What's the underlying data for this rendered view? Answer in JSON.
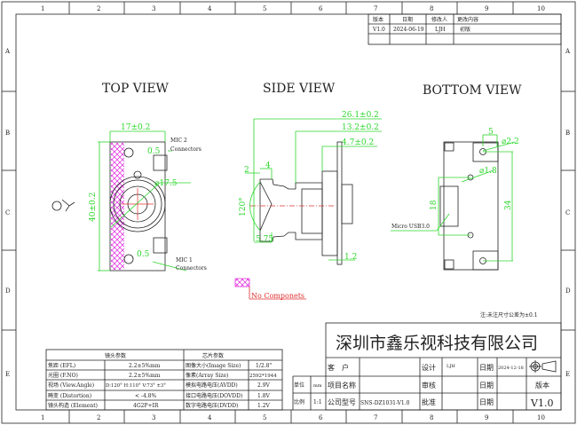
{
  "frame": {
    "columns": [
      "1",
      "2",
      "3",
      "4",
      "5",
      "6",
      "7",
      "8",
      "9",
      "10"
    ],
    "rows": [
      "A",
      "B",
      "C",
      "D",
      "E"
    ]
  },
  "revision_table": {
    "headers": [
      "版本",
      "日期",
      "修改人",
      "更改内容"
    ],
    "rows": [
      [
        "V1.0",
        "2024-06-19",
        "LJH",
        "初版"
      ]
    ]
  },
  "views": {
    "top": "TOP VIEW",
    "side": "SIDE VIEW",
    "bottom": "BOTTOM VIEW"
  },
  "top_view": {
    "width_dim": "17±0.2",
    "height_dim": "40±0.2",
    "lens_dia": "⌀17.5",
    "mic2_offset": "0.5",
    "mic1_offset": "0.5",
    "mic2_label": [
      "MIC 2",
      "Connectors"
    ],
    "mic1_label": [
      "MIC 1",
      "Connectors"
    ]
  },
  "side_view": {
    "dim_total": "26.1±0.2",
    "dim_mid": "13.2±0.2",
    "dim_small": "4.7±0.2",
    "dim_2": "2",
    "dim_4": "4",
    "fov": "120°",
    "dim_575": "5.75",
    "pcb_thickness": "1.2"
  },
  "bottom_view": {
    "dim_5": "5",
    "hole_22": "⌀2.2",
    "hole_18": "⌀1.8",
    "dim_18": "18",
    "dim_34": "34",
    "usb_label": "Micro USB3.0"
  },
  "legend": {
    "no_components": "No Componets"
  },
  "note": "注:未注尺寸公差为±0.1",
  "spec_table": {
    "lens_header": "镜头参数",
    "chip_header": "芯片参数",
    "rows": [
      [
        "焦距 (EFL)",
        "2.2±5%mm",
        "图像大小(Image Size)",
        "1/2.8\""
      ],
      [
        "光圈 (F.NO)",
        "2.2±5%mm",
        "像素(Array Size)",
        "2592*1944"
      ],
      [
        "视场 (View.Angle)",
        "D:120° H:110° V:73° ±3°",
        "模拟电路电压(AVDD)",
        "2.9V"
      ],
      [
        "畸变 (Distortion)",
        "< -4.8%",
        "接口电路电压(DOVDD)",
        "1.8V"
      ],
      [
        "镜头构造 (Element)",
        "4G2P+IR",
        "数字电路电压(DVDD)",
        "1.2V"
      ]
    ]
  },
  "title_block": {
    "company": "深圳市鑫乐视科技有限公司",
    "customer_label": "客　户",
    "customer_value": "",
    "project_label": "项目名称",
    "project_value": "",
    "model_label": "公司型号",
    "model_value": "SNS-DZ1031-V1.0",
    "design_label": "设计",
    "design_value": "LJH",
    "review_label": "审核",
    "approve_label": "批准",
    "date_label": "日期",
    "date_value": "2024-12-18",
    "version_label": "版本",
    "version_value": "V1.0",
    "unit_label": "单位",
    "unit_value": "mm",
    "scale_label": "比例",
    "scale_value": "1:1"
  },
  "colors": {
    "dimension": "#2bd62b",
    "hatch": "#e020e0",
    "centerline": "#e03030"
  }
}
